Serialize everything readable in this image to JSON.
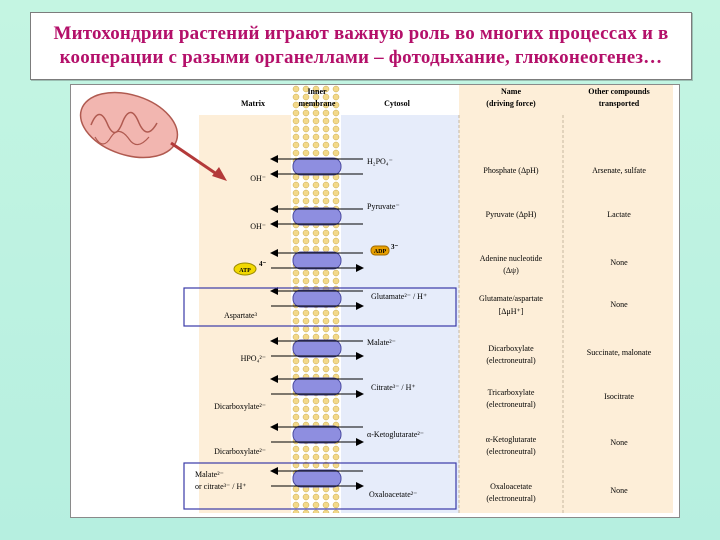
{
  "title": "Митохондрии растений играют важную роль во многих процессах и в кооперации с разыми органеллами – фотодыхание, глюконеогенез…",
  "headers": {
    "matrix": "Matrix",
    "inner_membrane_1": "Inner",
    "inner_membrane_2": "membrane",
    "cytosol": "Cytosol",
    "name_1": "Name",
    "name_2": "(driving force)",
    "other_1": "Other compounds",
    "other_2": "transported"
  },
  "rows": [
    {
      "matrix": "OH⁻",
      "cytosol": "H₂PO₄⁻",
      "name": "Phosphate (ΔpH)",
      "name2": "",
      "other": "Arsenate, sulfate"
    },
    {
      "matrix": "OH⁻",
      "cytosol": "Pyruvate⁻",
      "name": "Pyruvate (ΔpH)",
      "name2": "",
      "other": "Lactate"
    },
    {
      "matrix": "ATP 4⁻",
      "cytosol": "ADP 3⁻",
      "name": "Adenine nucleotide",
      "name2": "(Δψ)",
      "other": "None"
    },
    {
      "matrix": "Aspartate³",
      "cytosol": "Glutamate²⁻ / H⁺",
      "name": "Glutamate/aspartate",
      "name2": "[ΔμH⁺]",
      "other": "None"
    },
    {
      "matrix": "",
      "cytosol": "Malate²⁻",
      "name": "Dicarboxylate",
      "name2": "(electroneutral)",
      "other": "Succinate, malonate"
    },
    {
      "matrix": "HPO₄²⁻",
      "cytosol": "",
      "name": "",
      "name2": "",
      "other": ""
    },
    {
      "matrix": "",
      "cytosol": "Citrate³⁻ / H⁺",
      "name": "Tricarboxylate",
      "name2": "(electroneutral)",
      "other": "Isocitrate"
    },
    {
      "matrix": "Dicarboxylate²⁻",
      "cytosol": "",
      "name": "",
      "name2": "",
      "other": ""
    },
    {
      "matrix": "",
      "cytosol": "α-Ketoglutarate²⁻",
      "name": "α-Ketoglutarate",
      "name2": "(electroneutral)",
      "other": "None"
    },
    {
      "matrix": "Dicarboxylate²⁻",
      "cytosol": "",
      "name": "",
      "name2": "",
      "other": ""
    },
    {
      "matrix": "Malate²⁻",
      "matrix_b": "or citrate³⁻ / H⁺",
      "cytosol": "Oxaloacetate²⁻",
      "name": "Oxaloacetate",
      "name2": "(electroneutral)",
      "other": "None"
    }
  ],
  "colors": {
    "title": "#b4106a",
    "matrix_bg": "#fdeed8",
    "cytosol_bg": "#e6ecfa",
    "membrane_bg": "#f5e3a7",
    "carrier": "#8e8ee0",
    "highlight_box": "#3a3aa8",
    "adp_badge": "#e8a000",
    "atp_badge": "#f2d800"
  }
}
